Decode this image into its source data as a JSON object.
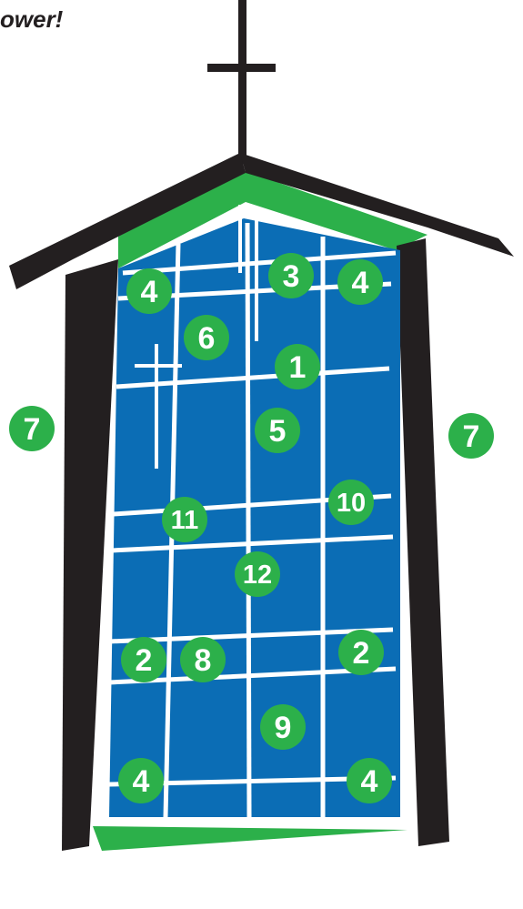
{
  "tagline": "ower!",
  "colors": {
    "structure": "#231f20",
    "accent_green": "#2cb04a",
    "window_blue": "#0b6db5",
    "leading": "#ffffff",
    "badge_text": "#ffffff"
  },
  "icons": [
    "cross-icon"
  ],
  "badges": [
    "4",
    "3",
    "4",
    "6",
    "1",
    "5",
    "7",
    "7",
    "11",
    "10",
    "12",
    "2",
    "8",
    "2",
    "9",
    "4",
    "4"
  ]
}
